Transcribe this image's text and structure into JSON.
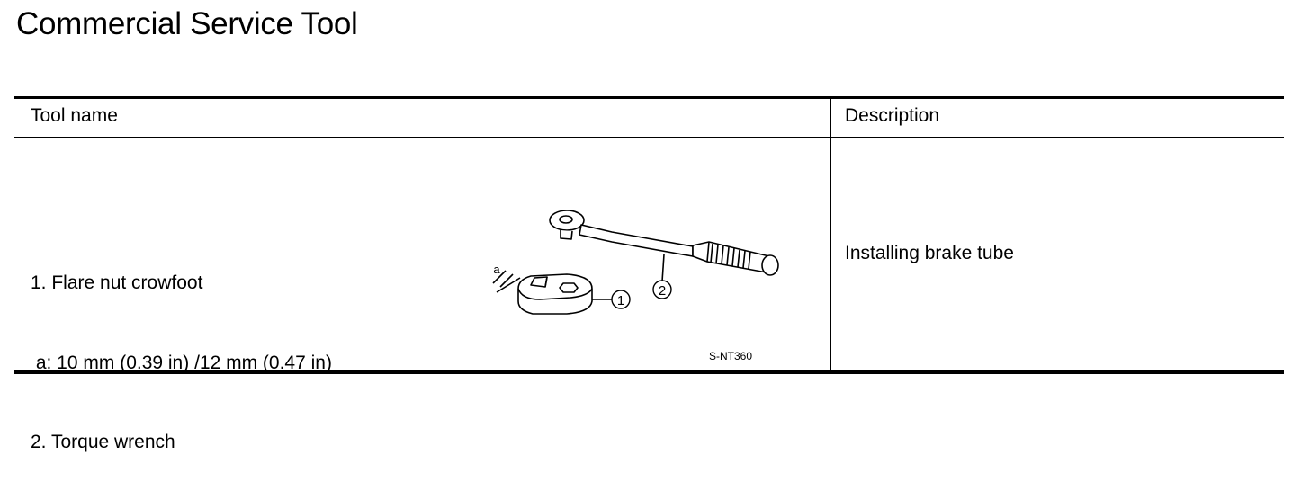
{
  "title": "Commercial Service Tool",
  "table": {
    "headers": {
      "tool_name": "Tool name",
      "description": "Description"
    },
    "rows": [
      {
        "tool_lines": [
          "1. Flare nut crowfoot",
          " a: 10 mm (0.39 in) /12 mm (0.47 in)",
          "2. Torque wrench"
        ],
        "illustration": {
          "dimension_label": "a",
          "callout_1": "1",
          "callout_2": "2",
          "figure_code": "S-NT360"
        },
        "description": "Installing brake tube"
      }
    ]
  }
}
